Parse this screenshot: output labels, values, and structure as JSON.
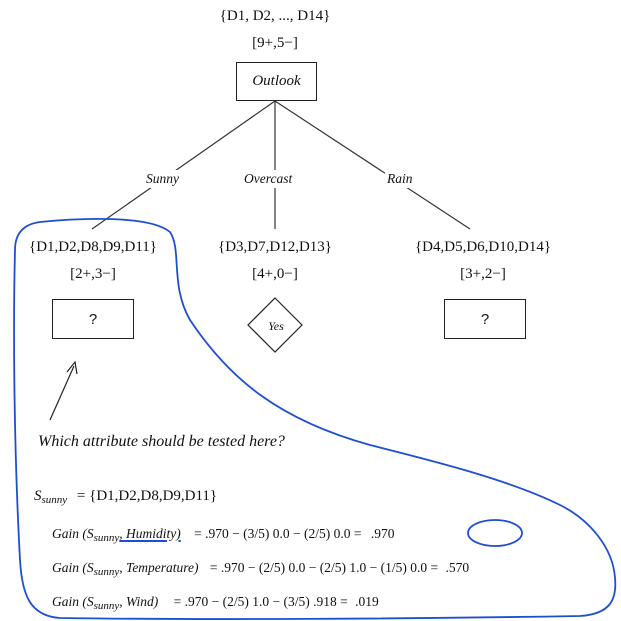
{
  "root": {
    "set": "{D1, D2, ..., D14}",
    "counts": "[9+,5−]",
    "attribute": "Outlook"
  },
  "branches": [
    {
      "label": "Sunny",
      "set": "{D1,D2,D8,D9,D11}",
      "counts": "[2+,3−]",
      "node": "?"
    },
    {
      "label": "Overcast",
      "set": "{D3,D7,D12,D13}",
      "counts": "[4+,0−]",
      "node": "Yes"
    },
    {
      "label": "Rain",
      "set": "{D4,D5,D6,D10,D14}",
      "counts": "[3+,2−]",
      "node": "?"
    }
  ],
  "question": "Which attribute should be tested here?",
  "s_sunny": {
    "symbol": "S",
    "subscript": "sunny",
    "value": "= {D1,D2,D8,D9,D11}"
  },
  "gains": [
    {
      "prefix": "Gain (S",
      "subscript": "sunny",
      "attribute": ", Humidity)",
      "expr": "= .970 − (3/5) 0.0 − (2/5) 0.0 =",
      "result": ".970"
    },
    {
      "prefix": "Gain (S",
      "subscript": "sunny",
      "attribute": ", Temperature)",
      "expr": "= .970 − (2/5) 0.0 − (2/5) 1.0 − (1/5) 0.0 =",
      "result": ".570"
    },
    {
      "prefix": "Gain (S",
      "subscript": "sunny",
      "attribute": ", Wind)",
      "expr": "= .970 − (2/5) 1.0 − (3/5) .918 =",
      "result": ".019"
    }
  ],
  "colors": {
    "annotation": "#1f4fd1",
    "ink": "#111111"
  }
}
